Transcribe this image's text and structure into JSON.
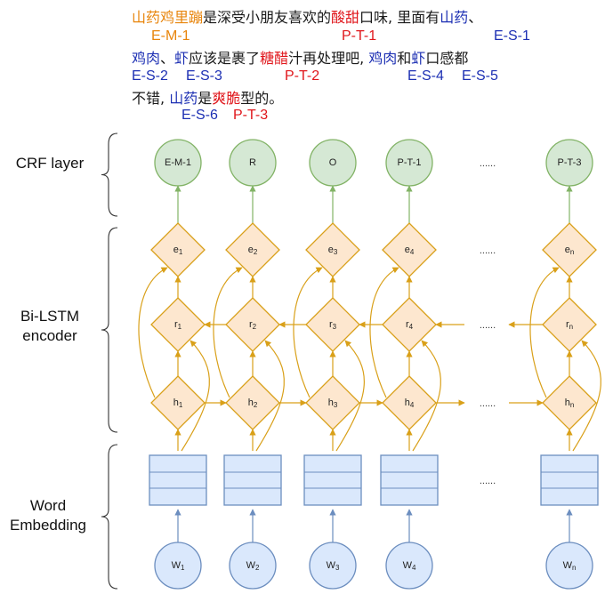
{
  "sentence": {
    "lines": [
      [
        {
          "text": "山药鸡里蹦",
          "color": "orange"
        },
        {
          "text": "是深受小朋友喜欢的",
          "color": "black"
        },
        {
          "text": "酸甜",
          "color": "red"
        },
        {
          "text": "口味, 里面有",
          "color": "black"
        },
        {
          "text": "山药",
          "color": "blue"
        },
        {
          "text": "、",
          "color": "black"
        }
      ],
      [
        {
          "text": "鸡肉",
          "color": "blue"
        },
        {
          "text": "、",
          "color": "black"
        },
        {
          "text": "虾",
          "color": "blue"
        },
        {
          "text": "应该是裹了",
          "color": "black"
        },
        {
          "text": "糖醋",
          "color": "red"
        },
        {
          "text": "汁再处理吧, ",
          "color": "black"
        },
        {
          "text": "鸡肉",
          "color": "blue"
        },
        {
          "text": "和",
          "color": "black"
        },
        {
          "text": "虾",
          "color": "blue"
        },
        {
          "text": "口感都",
          "color": "black"
        }
      ],
      [
        {
          "text": "不错, ",
          "color": "black"
        },
        {
          "text": "山药",
          "color": "blue"
        },
        {
          "text": "是",
          "color": "black"
        },
        {
          "text": "爽脆",
          "color": "red"
        },
        {
          "text": "型的。",
          "color": "black"
        }
      ]
    ],
    "tag_rows": [
      [
        {
          "text": "E-M-1",
          "color": "orange"
        },
        {
          "text": "P-T-1",
          "color": "red"
        },
        {
          "text": "E-S-1",
          "color": "blue"
        }
      ],
      [
        {
          "text": "E-S-2",
          "color": "blue"
        },
        {
          "text": "E-S-3",
          "color": "blue"
        },
        {
          "text": "P-T-2",
          "color": "red"
        },
        {
          "text": "E-S-4",
          "color": "blue"
        },
        {
          "text": "E-S-5",
          "color": "blue"
        }
      ],
      [
        {
          "text": "E-S-6",
          "color": "blue"
        },
        {
          "text": "P-T-3",
          "color": "red"
        }
      ]
    ]
  },
  "layers": {
    "crf": "CRF layer",
    "bilstm": [
      "Bi-LSTM",
      "encoder"
    ],
    "embedding": [
      "Word",
      "Embedding"
    ]
  },
  "columns": [
    {
      "crf": "E-M-1",
      "e": "e",
      "r": "r",
      "h": "h",
      "w": "W",
      "sub": "1"
    },
    {
      "crf": "R",
      "e": "e",
      "r": "r",
      "h": "h",
      "w": "W",
      "sub": "2"
    },
    {
      "crf": "O",
      "e": "e",
      "r": "r",
      "h": "h",
      "w": "W",
      "sub": "3"
    },
    {
      "crf": "P-T-1",
      "e": "e",
      "r": "r",
      "h": "h",
      "w": "W",
      "sub": "4"
    },
    {
      "crf": "P-T-3",
      "e": "e",
      "r": "r",
      "h": "h",
      "w": "W",
      "sub": "n"
    }
  ],
  "ellipsis": "......",
  "colors": {
    "orange_node_fill": "#fde7cf",
    "orange_stroke": "#d9a019",
    "green_node_fill": "#d5e8d4",
    "green_stroke": "#82b366",
    "blue_fill": "#dae8fc",
    "blue_stroke": "#6c8ebf",
    "bracket": "#333333"
  }
}
